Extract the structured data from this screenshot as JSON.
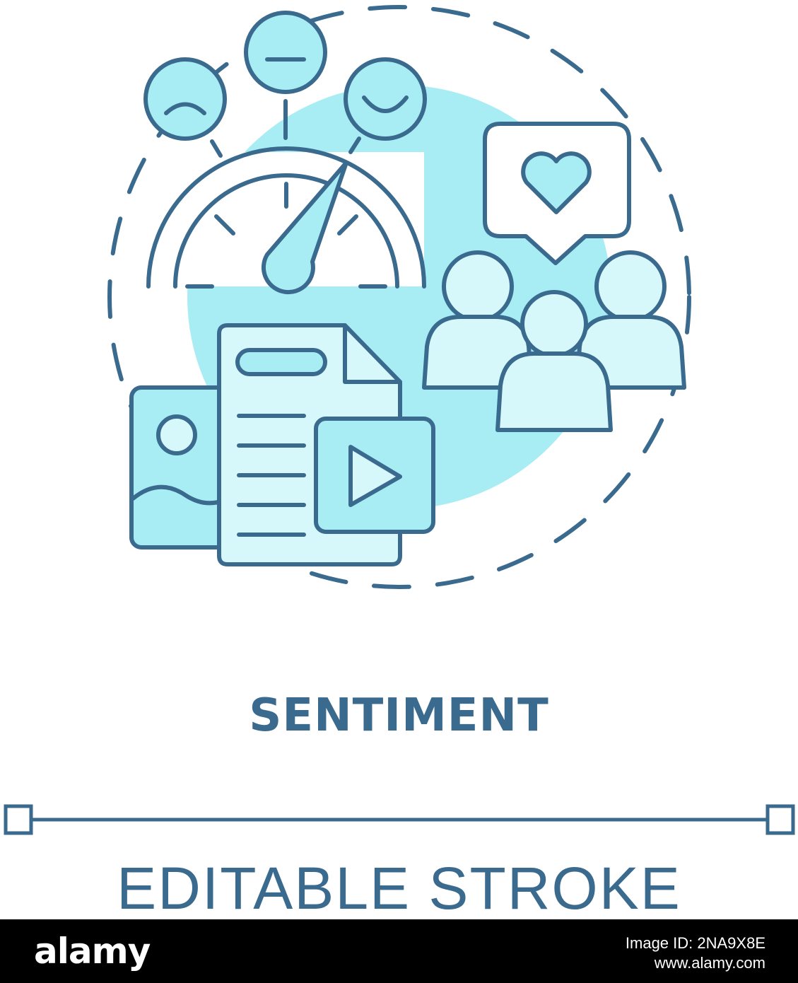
{
  "colors": {
    "stroke": "#3a6a8e",
    "fill_light": "#a8edf4",
    "fill_lighter": "#d6f8fb",
    "background": "#ffffff",
    "footer_background": "#000000",
    "footer_text": "#ffffff"
  },
  "icons": [
    "speedometer-gauge",
    "sad-face",
    "neutral-face",
    "happy-face",
    "heart-speech-bubble",
    "people-group",
    "document",
    "image-card",
    "video-card"
  ],
  "title": "SENTIMENT",
  "subtitle": "EDITABLE STROKE",
  "footer": {
    "logo": "alamy",
    "image_id": "Image ID: 2NA9X8E",
    "site": "www.alamy.com"
  }
}
